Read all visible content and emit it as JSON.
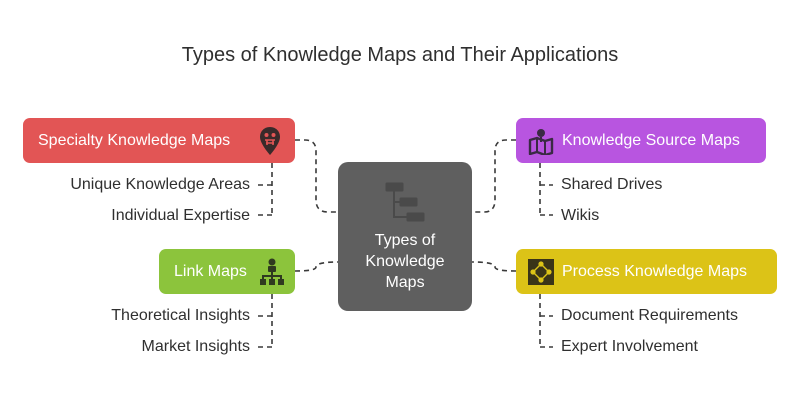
{
  "title": "Types of Knowledge Maps and Their Applications",
  "center": {
    "lines": [
      "Types of",
      "Knowledge",
      "Maps"
    ],
    "icon": "flowchart-icon",
    "color": "#5f5f5f"
  },
  "branches": {
    "specialty": {
      "label": "Specialty Knowledge Maps",
      "icon": "location-pin-icon",
      "color": "#e25555",
      "items": [
        "Unique Knowledge Areas",
        "Individual Expertise"
      ]
    },
    "source": {
      "label": "Knowledge Source Maps",
      "icon": "map-pin-icon",
      "color": "#b855e0",
      "items": [
        "Shared Drives",
        "Wikis"
      ]
    },
    "link": {
      "label": "Link Maps",
      "icon": "org-chart-icon",
      "color": "#8cc43c",
      "items": [
        "Theoretical Insights",
        "Market Insights"
      ]
    },
    "process": {
      "label": "Process Knowledge Maps",
      "icon": "grid-diagram-icon",
      "color": "#dcc317",
      "items": [
        "Document Requirements",
        "Expert Involvement"
      ]
    }
  }
}
